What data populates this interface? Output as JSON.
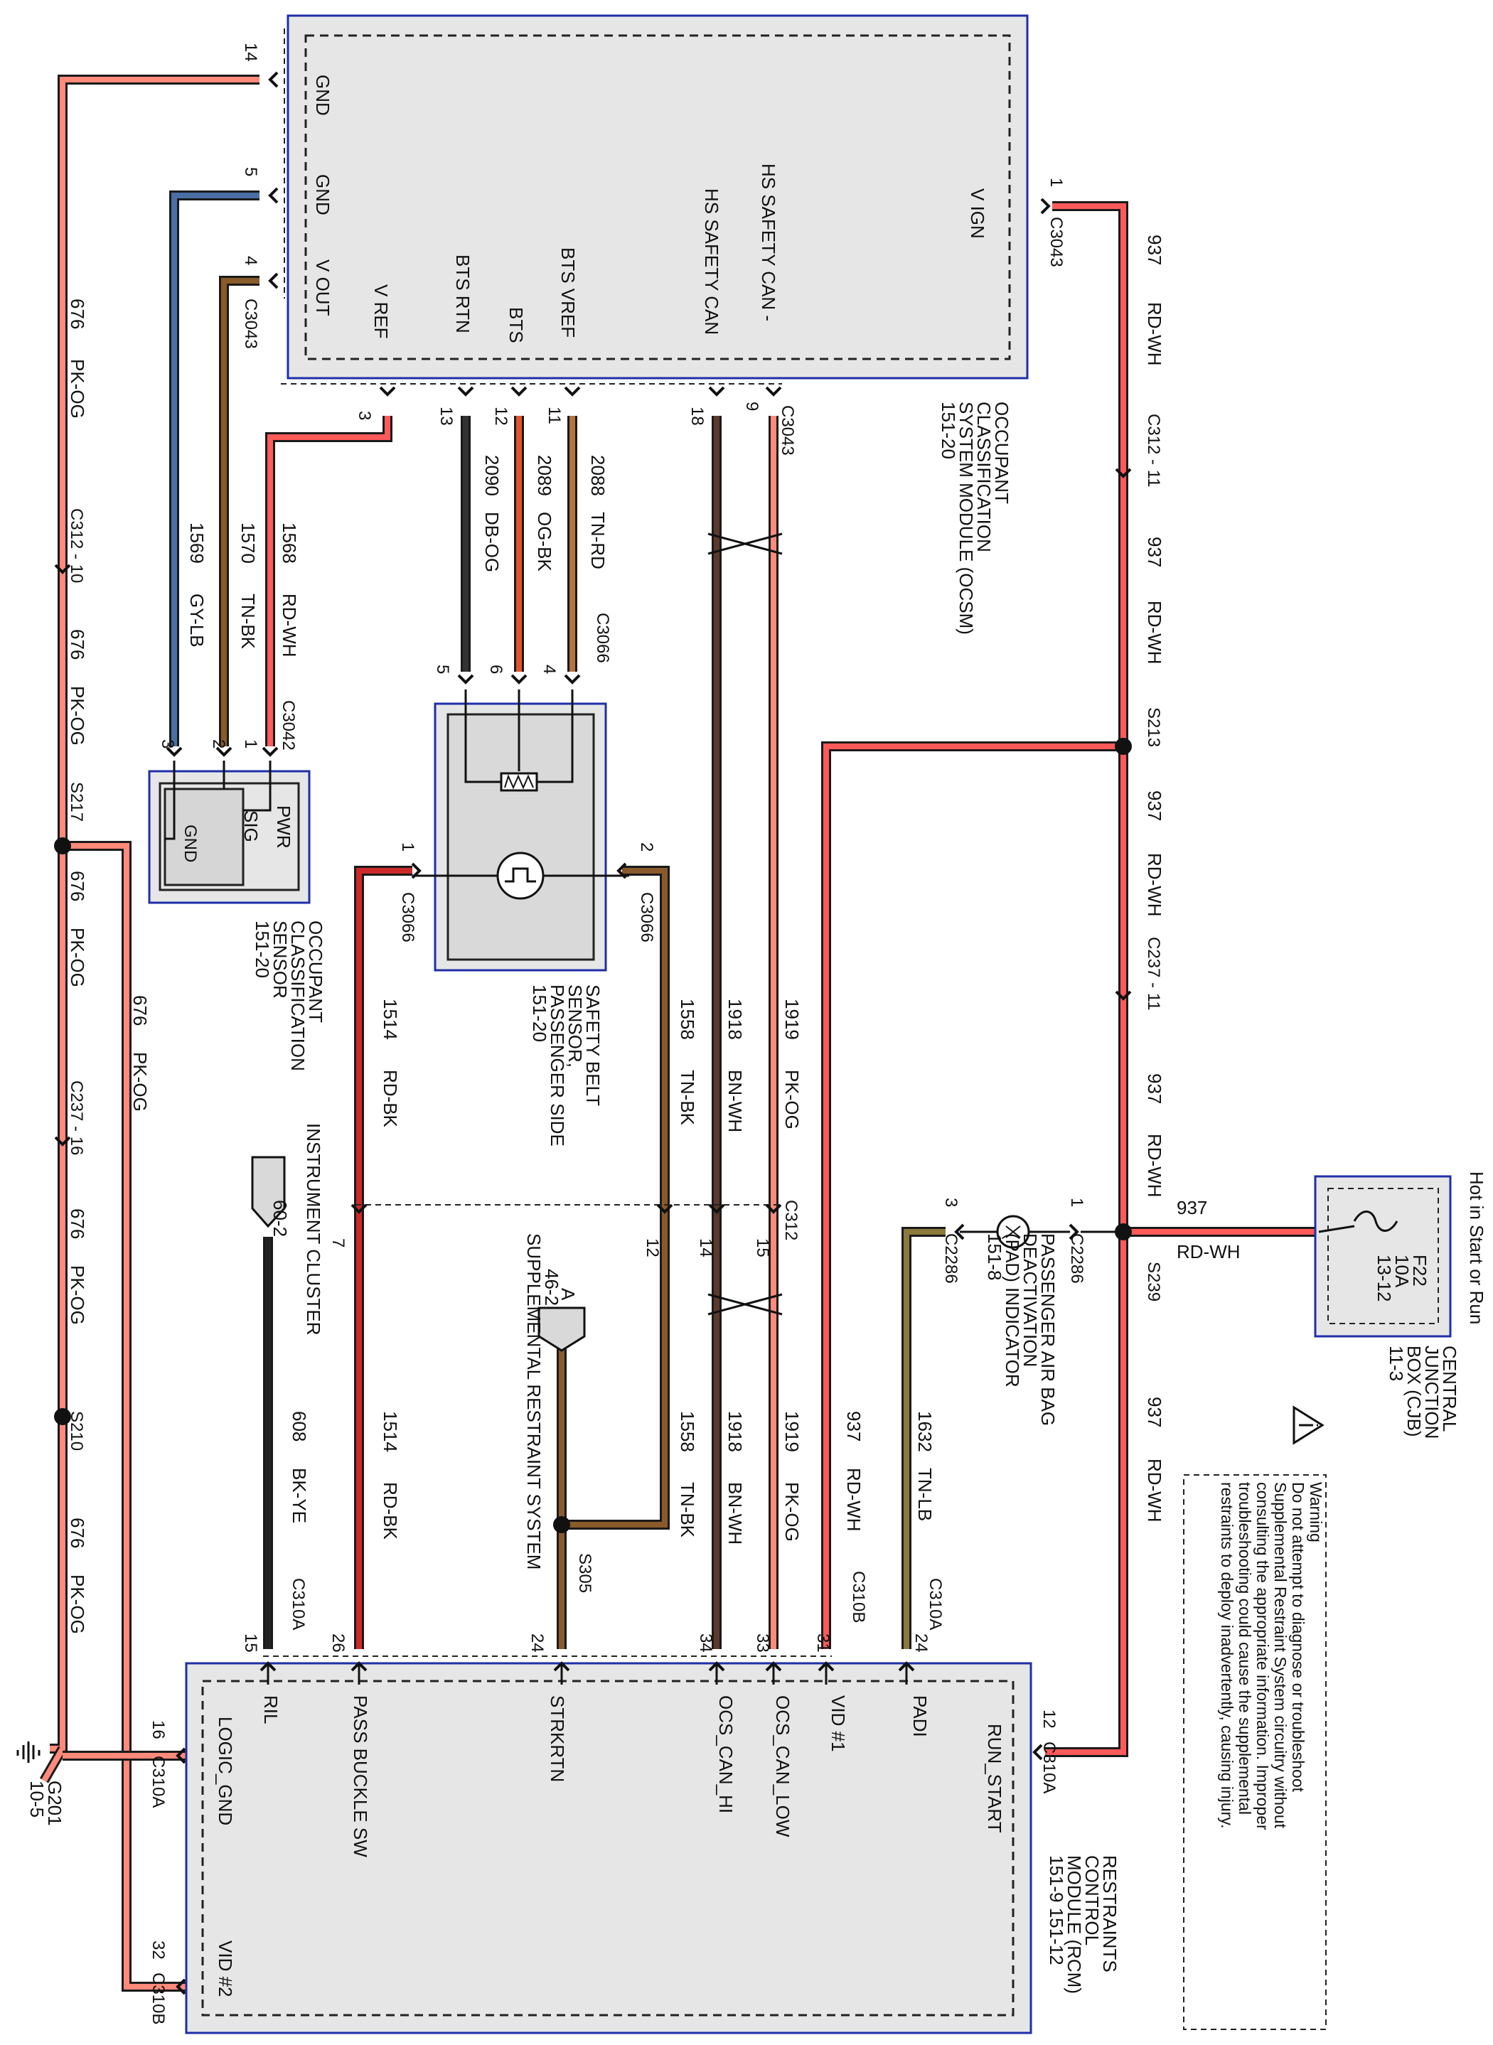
{
  "colors": {
    "rd_wh": "#ff5a5a",
    "pk_og": "#ff8a7a",
    "og_bk": "#e0562a",
    "tn_rd": "#b5733d",
    "tn_bk": "#8b5a2b",
    "tn_lb": "#8b7a3b",
    "db_og": "#333333",
    "bn_wh": "#5a3a2a",
    "gy_lb": "#4a6fa5",
    "bk_ye": "#222222",
    "rd_bk": "#cc2a2a",
    "box_border": "#1f2fa8",
    "box_fill": "#e6e6e6"
  },
  "header": {
    "hot_label": "Hot in Start or Run"
  },
  "cjb": {
    "fuse": "F22",
    "amps": "10A",
    "ref": "13-12",
    "name_lines": [
      "CENTRAL",
      "JUNCTION",
      "BOX (CJB)",
      "11-3"
    ]
  },
  "warning": {
    "title": "Warning",
    "lines": [
      "Do not attempt to diagnose or troubleshoot",
      "Supplemental Restraint System circuitry without",
      "consulting the appropriate information. Improper",
      "troubleshooting could cause the supplemental",
      "restraints to deploy inadvertently, causing injury."
    ]
  },
  "ocsm": {
    "name_lines": [
      "OCCUPANT",
      "CLASSIFICATION",
      "SYSTEM MODULE (OCSM)",
      "151-20"
    ],
    "pins": {
      "gnd1": "GND",
      "gnd2": "GND",
      "vout": "V OUT",
      "vref": "V REF",
      "btsrtn": "BTS RTN",
      "bts": "BTS",
      "btsvref": "BTS VREF",
      "hscan": "HS SAFETY CAN",
      "hscanm": "HS SAFETY CAN -",
      "vign": "V IGN"
    },
    "connector": "C3043"
  },
  "ocs_sensor": {
    "name_lines": [
      "OCCUPANT",
      "CLASSIFICATION",
      "SENSOR",
      "151-20"
    ],
    "pins": {
      "pwr": "PWR",
      "sig": "SIG",
      "gnd": "GND"
    },
    "connector": "C3042"
  },
  "belt_sensor": {
    "name_lines": [
      "SAFETY BELT",
      "SENSOR,",
      "PASSENGER SIDE",
      "151-20"
    ],
    "connector_a": "C3066",
    "connector_b": "C3066",
    "connector_c": "C3066"
  },
  "rcm": {
    "name_lines": [
      "RESTRAINTS",
      "CONTROL",
      "MODULE (RCM)",
      "151-9   151-12"
    ],
    "pins": {
      "run_start": "RUN_START",
      "padi": "PADI",
      "vid1": "VID #1",
      "ocs_can_low": "OCS_CAN_LOW",
      "ocs_can_hi": "OCS_CAN_HI",
      "strkrtn": "STRKRTN",
      "pass_buckle": "PASS BUCKLE SW",
      "ril": "RIL",
      "logic_gnd": "LOGIC_GND",
      "vid2": "VID #2"
    }
  },
  "pad": {
    "name_lines": [
      "PASSENGER AIR BAG",
      "DEACTIVATION",
      "(PAD) INDICATOR",
      "151-8"
    ],
    "connector": "C2286"
  },
  "misc": {
    "instrument_cluster": "INSTRUMENT CLUSTER",
    "ic_ref": "60-2",
    "srs": "SUPPLEMENTAL RESTRAINT SYSTEM",
    "srs_ref": "46-2",
    "srs_flag": "A",
    "ground": "G201",
    "ground_ref": "10-5"
  },
  "pins": {
    "p1": "1",
    "p2": "2",
    "p3": "3",
    "p4": "4",
    "p5": "5",
    "p6": "6",
    "p7": "7",
    "p9": "9",
    "p11": "11",
    "p12": "12",
    "p13": "13",
    "p14": "14",
    "p15": "15",
    "p16": "16",
    "p18": "18",
    "p24": "24",
    "p26": "26",
    "p31": "31",
    "p32": "32",
    "p33": "33",
    "p34": "34"
  },
  "connectors": {
    "c3043": "C3043",
    "c312_11": "C312 - 11",
    "c237_11": "C237 - 11",
    "c312_10": "C312 - 10",
    "c237_16": "C237 - 16",
    "c312": "C312",
    "c310a": "C310A",
    "c310b": "C310B",
    "c2286": "C2286",
    "c3066": "C3066"
  },
  "splices": {
    "s213": "S213",
    "s239": "S239",
    "s217": "S217",
    "s210": "S210",
    "s305": "S305"
  },
  "wires": {
    "w937": "937",
    "rdwh": "RD-WH",
    "w676": "676",
    "pkog": "PK-OG",
    "w1569": "1569",
    "gylb": "GY-LB",
    "w1570": "1570",
    "tnbk": "TN-BK",
    "w1568": "1568",
    "w2090": "2090",
    "dbog": "DB-OG",
    "w2089": "2089",
    "ogbk": "OG-BK",
    "w2088": "2088",
    "tnrd": "TN-RD",
    "w1919": "1919",
    "w1918": "1918",
    "bnwh": "BN-WH",
    "w1558": "1558",
    "w1514": "1514",
    "rdbk": "RD-BK",
    "w1632": "1632",
    "tnlb": "TN-LB",
    "w608": "608",
    "bkye": "BK-YE"
  }
}
